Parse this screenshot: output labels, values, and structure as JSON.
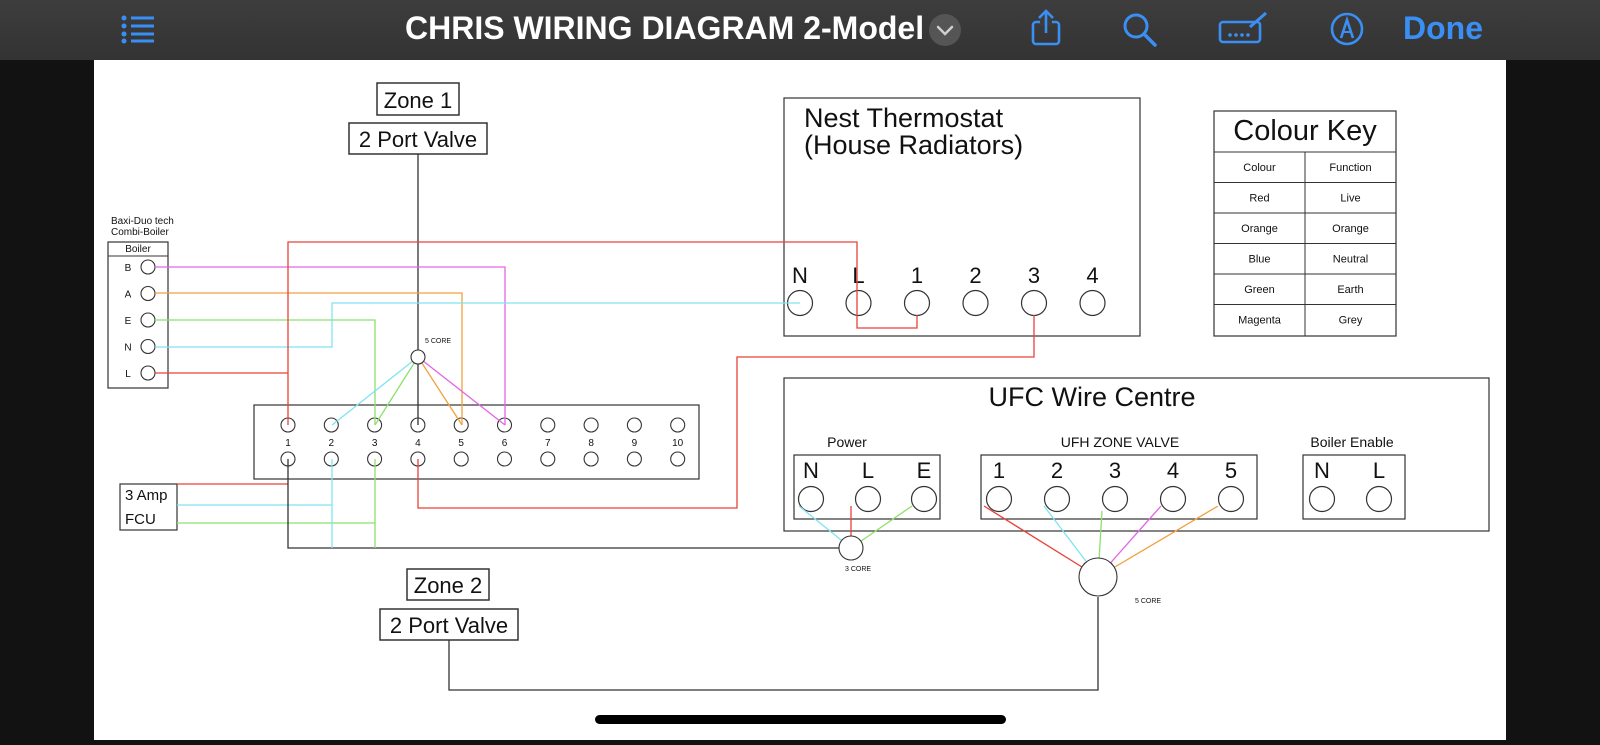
{
  "toolbar": {
    "title": "CHRIS WIRING DIAGRAM 2-Model",
    "done_label": "Done",
    "icons": [
      "list-icon",
      "chevron-down-icon",
      "share-icon",
      "search-icon",
      "markup-icon",
      "pen-icon"
    ]
  },
  "diagram": {
    "zone1": {
      "title": "Zone 1",
      "valve": "2 Port Valve"
    },
    "zone2": {
      "title": "Zone 2",
      "valve": "2 Port Valve"
    },
    "boiler": {
      "heading_line1": "Baxi-Duo tech",
      "heading_line2": "Combi-Boiler",
      "label": "Boiler",
      "terminals": [
        "B",
        "A",
        "E",
        "N",
        "L"
      ]
    },
    "fcu": {
      "line1": "3 Amp",
      "line2": "FCU"
    },
    "junction_box": {
      "terminals": [
        "1",
        "2",
        "3",
        "4",
        "5",
        "6",
        "7",
        "8",
        "9",
        "10"
      ]
    },
    "core_labels": {
      "core5_top": "5 CORE",
      "core3": "3 CORE",
      "core5_bottom": "5 CORE"
    },
    "nest": {
      "line1": "Nest Thermostat",
      "line2": "(House Radiators)",
      "terminals": [
        "N",
        "L",
        "1",
        "2",
        "3",
        "4"
      ]
    },
    "colour_key": {
      "title": "Colour Key",
      "header": [
        "Colour",
        "Function"
      ],
      "rows": [
        [
          "Red",
          "Live"
        ],
        [
          "Orange",
          "Orange"
        ],
        [
          "Blue",
          "Neutral"
        ],
        [
          "Green",
          "Earth"
        ],
        [
          "Magenta",
          "Grey"
        ]
      ]
    },
    "ufc": {
      "title": "UFC Wire Centre",
      "power_label": "Power",
      "power_terminals": [
        "N",
        "L",
        "E"
      ],
      "zone_valve_label": "UFH ZONE VALVE",
      "zone_valve_terminals": [
        "1",
        "2",
        "3",
        "4",
        "5"
      ],
      "boiler_enable_label": "Boiler Enable",
      "boiler_enable_terminals": [
        "N",
        "L"
      ]
    },
    "wire_colors": {
      "red": "#e8413a",
      "orange": "#f2a03c",
      "blue": "#7fe3f2",
      "green": "#8ee06a",
      "magenta": "#e563e8",
      "grey": "#333333"
    }
  }
}
